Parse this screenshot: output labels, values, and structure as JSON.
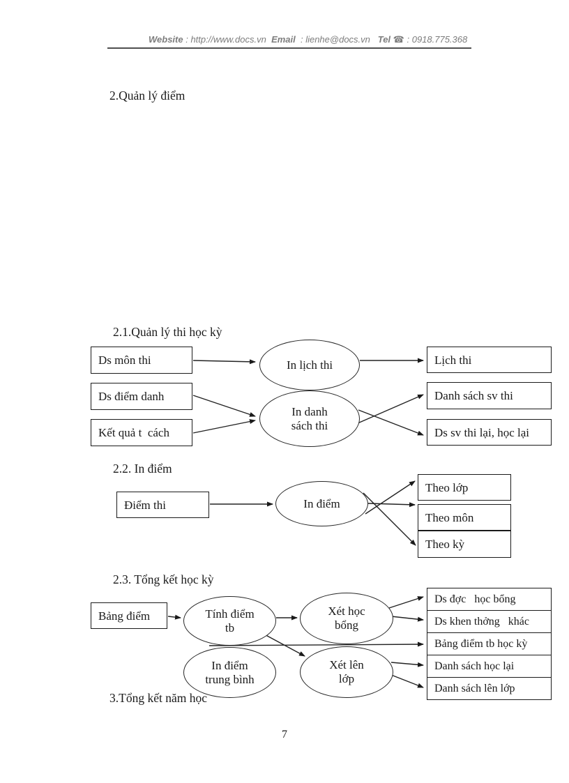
{
  "header": {
    "website_label": "Website",
    "website_value": " : http://www.docs.vn  ",
    "email_label": "Email",
    "email_value": "  : lienhe@docs.vn   ",
    "tel_label": "Tel",
    "phone_icon": "☎",
    "tel_value": " : 0918.775.368"
  },
  "headings": {
    "main": "2.Quản lý điểm",
    "section_2_1": "2.1.Quản lý thi học kỳ",
    "section_2_2": "2.2. In điểm",
    "section_2_3": "2.3. Tổng kết học kỳ",
    "section_3": "3.Tổng kết năm học"
  },
  "diagram_2_1": {
    "inputs": [
      "Ds môn thi",
      "Ds điểm danh",
      "Kết quả t  cách"
    ],
    "processes": [
      "In lịch thi",
      "In danh\nsách thi"
    ],
    "outputs": [
      "Lịch thi",
      "Danh sách sv thi",
      "Ds sv thi lại, học lại"
    ]
  },
  "diagram_2_2": {
    "input": "Điểm thi",
    "process": "In điểm",
    "outputs": [
      "Theo lớp",
      "Theo môn",
      "Theo kỳ"
    ]
  },
  "diagram_2_3": {
    "input": "Bảng điểm",
    "processes": [
      "Tính điểm\ntb",
      "Xét học\nbổng",
      "In điểm\ntrung bình",
      "Xét lên\nlớp"
    ],
    "outputs": [
      "Ds đợc   học bổng",
      "Ds khen thởng   khác",
      "Bảng điểm tb học kỳ",
      "Danh sách học lại",
      "Danh sách lên lớp"
    ]
  },
  "page_number": "7"
}
